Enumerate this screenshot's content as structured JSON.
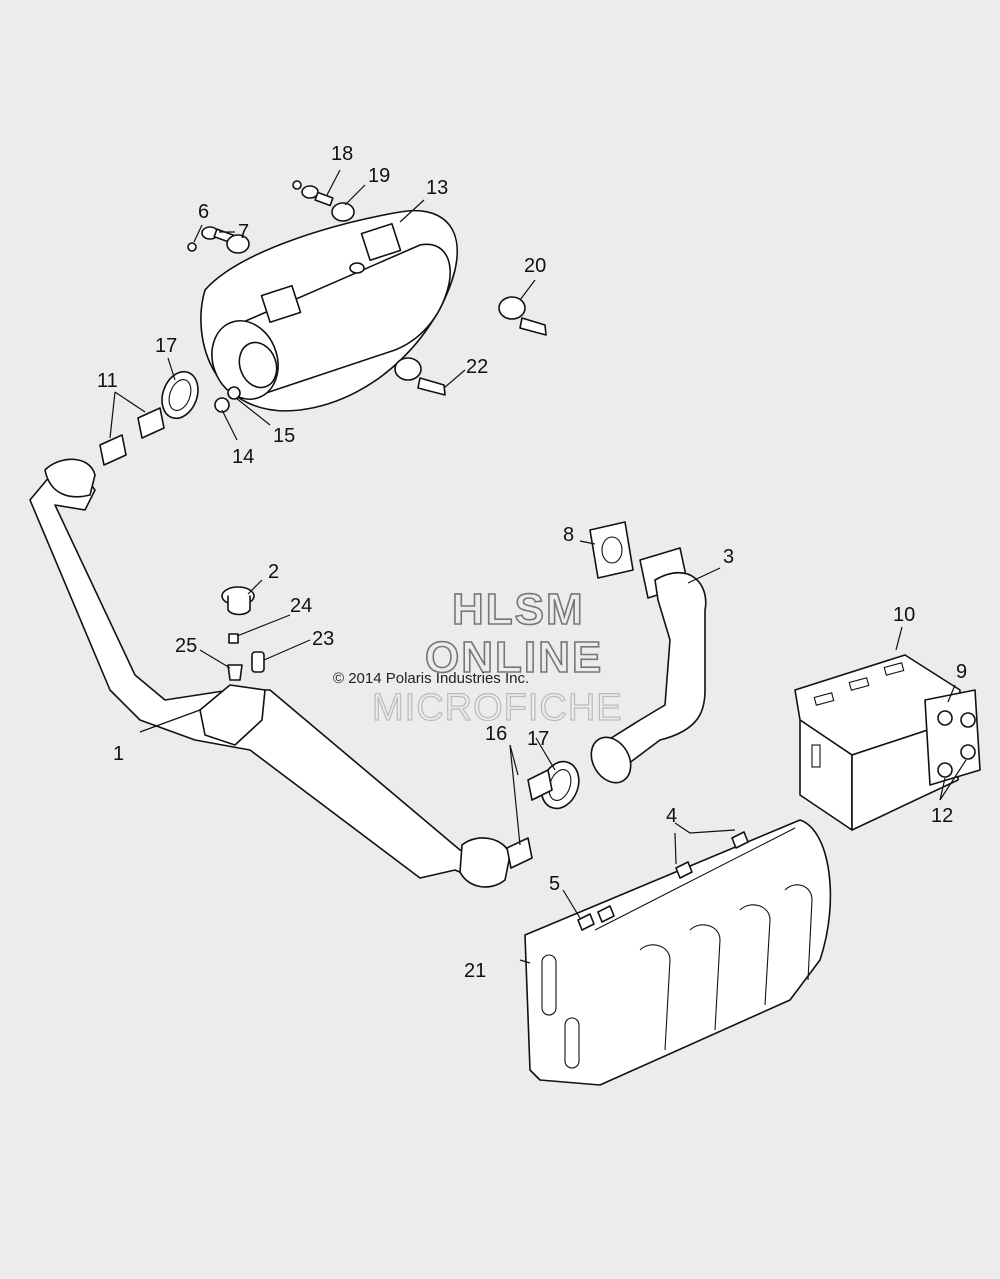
{
  "watermark": {
    "line1": "HLSM",
    "line2": "ONLINE",
    "line3": "MICROFICHE"
  },
  "copyright": "© 2014 Polaris Industries Inc.",
  "callouts": [
    "1",
    "2",
    "3",
    "4",
    "5",
    "6",
    "7",
    "8",
    "9",
    "10",
    "11",
    "12",
    "13",
    "14",
    "15",
    "16",
    "17",
    "17",
    "18",
    "19",
    "20",
    "21",
    "22",
    "23",
    "24",
    "25"
  ],
  "colors": {
    "background": "#ececec",
    "line": "#111111",
    "part_fill": "#ffffff"
  }
}
